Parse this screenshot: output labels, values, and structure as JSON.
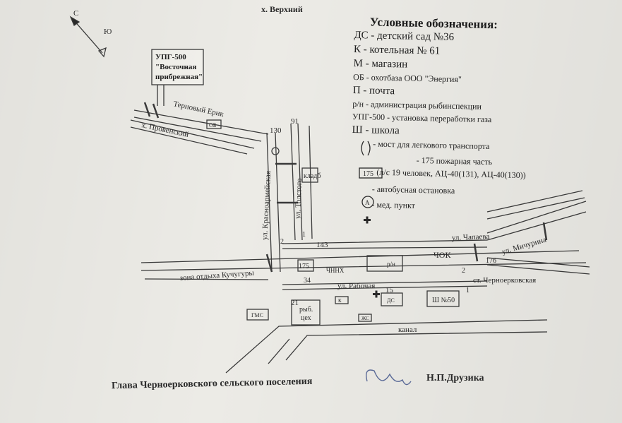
{
  "title_top": "х. Верхний",
  "compass": {
    "north": "С",
    "east": "Ю"
  },
  "upg_box": {
    "line1": "УПГ-500",
    "line2": "\"Восточная",
    "line3": "прибрежная\""
  },
  "legend": {
    "title": "Условные обозначения:",
    "items": [
      "ДС - детский сад №36",
      "К - котельная № 61",
      "М - магазин",
      "ОБ - охотбаза ООО \"Энергия\"",
      "П - почта",
      "р/н - администрация рыбинспекции",
      "УПГ-500 -  установка переработки газа",
      "Ш - школа",
      "- мост для легкового транспорта",
      "- 175 пожарная часть",
      "(л/с  19 человек, АЦ-40(131), АЦ-40(130))",
      "- автобусная остановка",
      "- мед. пункт"
    ],
    "fire_code": "175",
    "bus_symbol": "А"
  },
  "map_labels": {
    "ternovatyi": "Терновый Ерик",
    "provensky": "х. Провенский",
    "ob": "ОБ",
    "n130": "130",
    "n91": "91",
    "krasnoarm": "ул. Красноармейская",
    "kladb": "кладб",
    "tolstogo": "ул. Толстого",
    "n2": "2",
    "n1": "1",
    "n143": "143",
    "chapaeva": "ул. Чапаева",
    "michurina": "ул. Мичурина",
    "chok": "ЧОК",
    "n176": "176",
    "n2b": "2",
    "chernoerk": "ст. Черноерковская",
    "kuchugury": "зона отдыха Кучугуры",
    "n175": "175",
    "n34": "34",
    "chnkh": "ЧННХ",
    "rn": "р/н",
    "rabochaya": "ул. Рабочая",
    "n15": "15",
    "ds": "ДС",
    "k": "К",
    "school": "Ш №50",
    "n1b": "1",
    "n21": "21",
    "ryb1": "рыб.",
    "ryb2": "цех",
    "gms": "ГМС",
    "kanal": "канал",
    "zhs": "ЖС"
  },
  "footer": {
    "signature_left": "Глава Черноерковского сельского поселения",
    "signature_right": "Н.П.Друзика"
  }
}
